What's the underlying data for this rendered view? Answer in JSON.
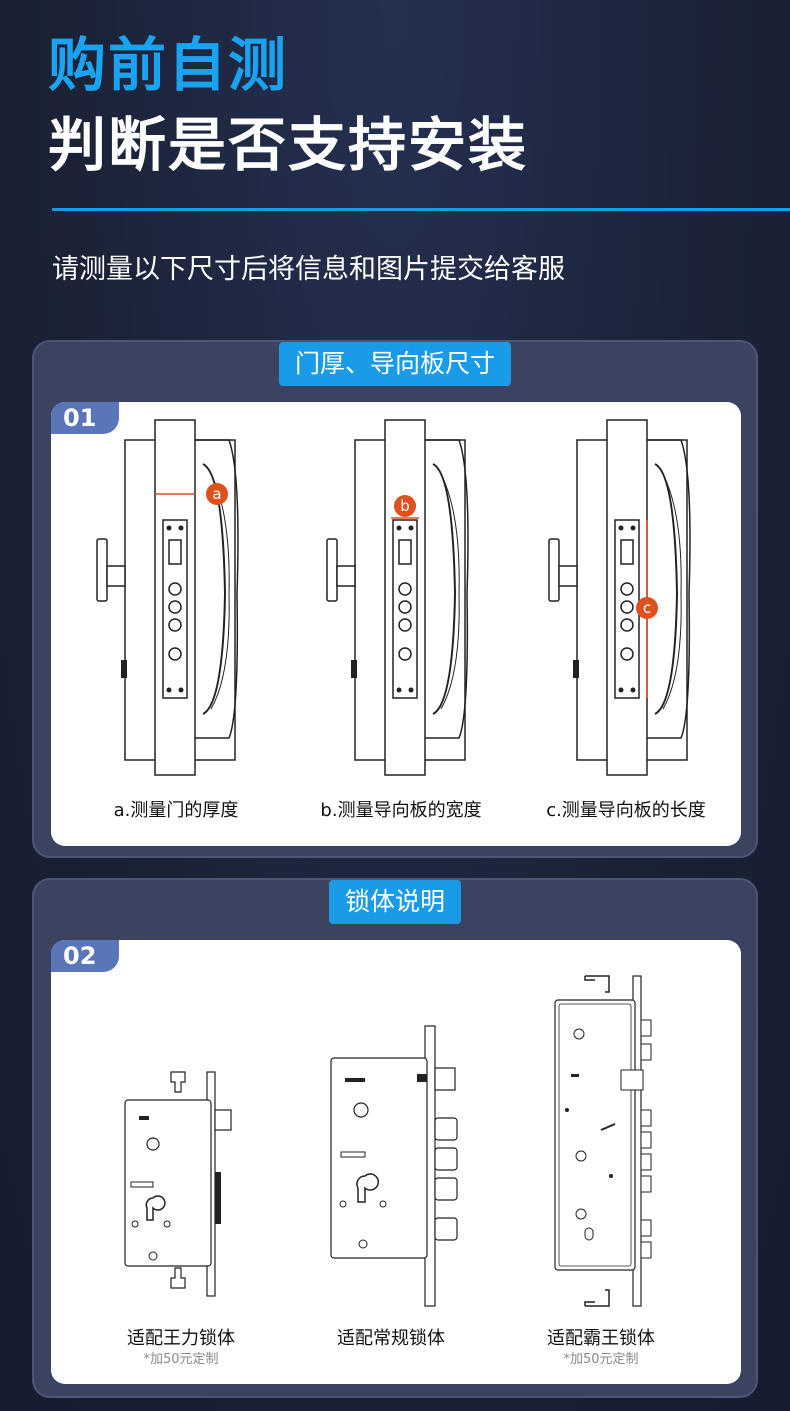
{
  "header": {
    "title_line1": "购前自测",
    "title_line2": "判断是否支持安装",
    "instruction": "请测量以下尺寸后将信息和图片提交给客服"
  },
  "section1": {
    "tag": "门厚、导向板尺寸",
    "number": "01",
    "items": [
      {
        "marker": "a",
        "caption": "a.测量门的厚度"
      },
      {
        "marker": "b",
        "caption": "b.测量导向板的宽度"
      },
      {
        "marker": "c",
        "caption": "c.测量导向板的长度"
      }
    ]
  },
  "section2": {
    "tag": "锁体说明",
    "number": "02",
    "items": [
      {
        "caption": "适配王力锁体",
        "note": "*加50元定制"
      },
      {
        "caption": "适配常规锁体",
        "note": ""
      },
      {
        "caption": "适配霸王锁体",
        "note": "*加50元定制"
      }
    ]
  },
  "colors": {
    "accent": "#1a9be8",
    "marker": "#e0501e",
    "badge": "#5a76b8",
    "panel": "#3b4360"
  }
}
